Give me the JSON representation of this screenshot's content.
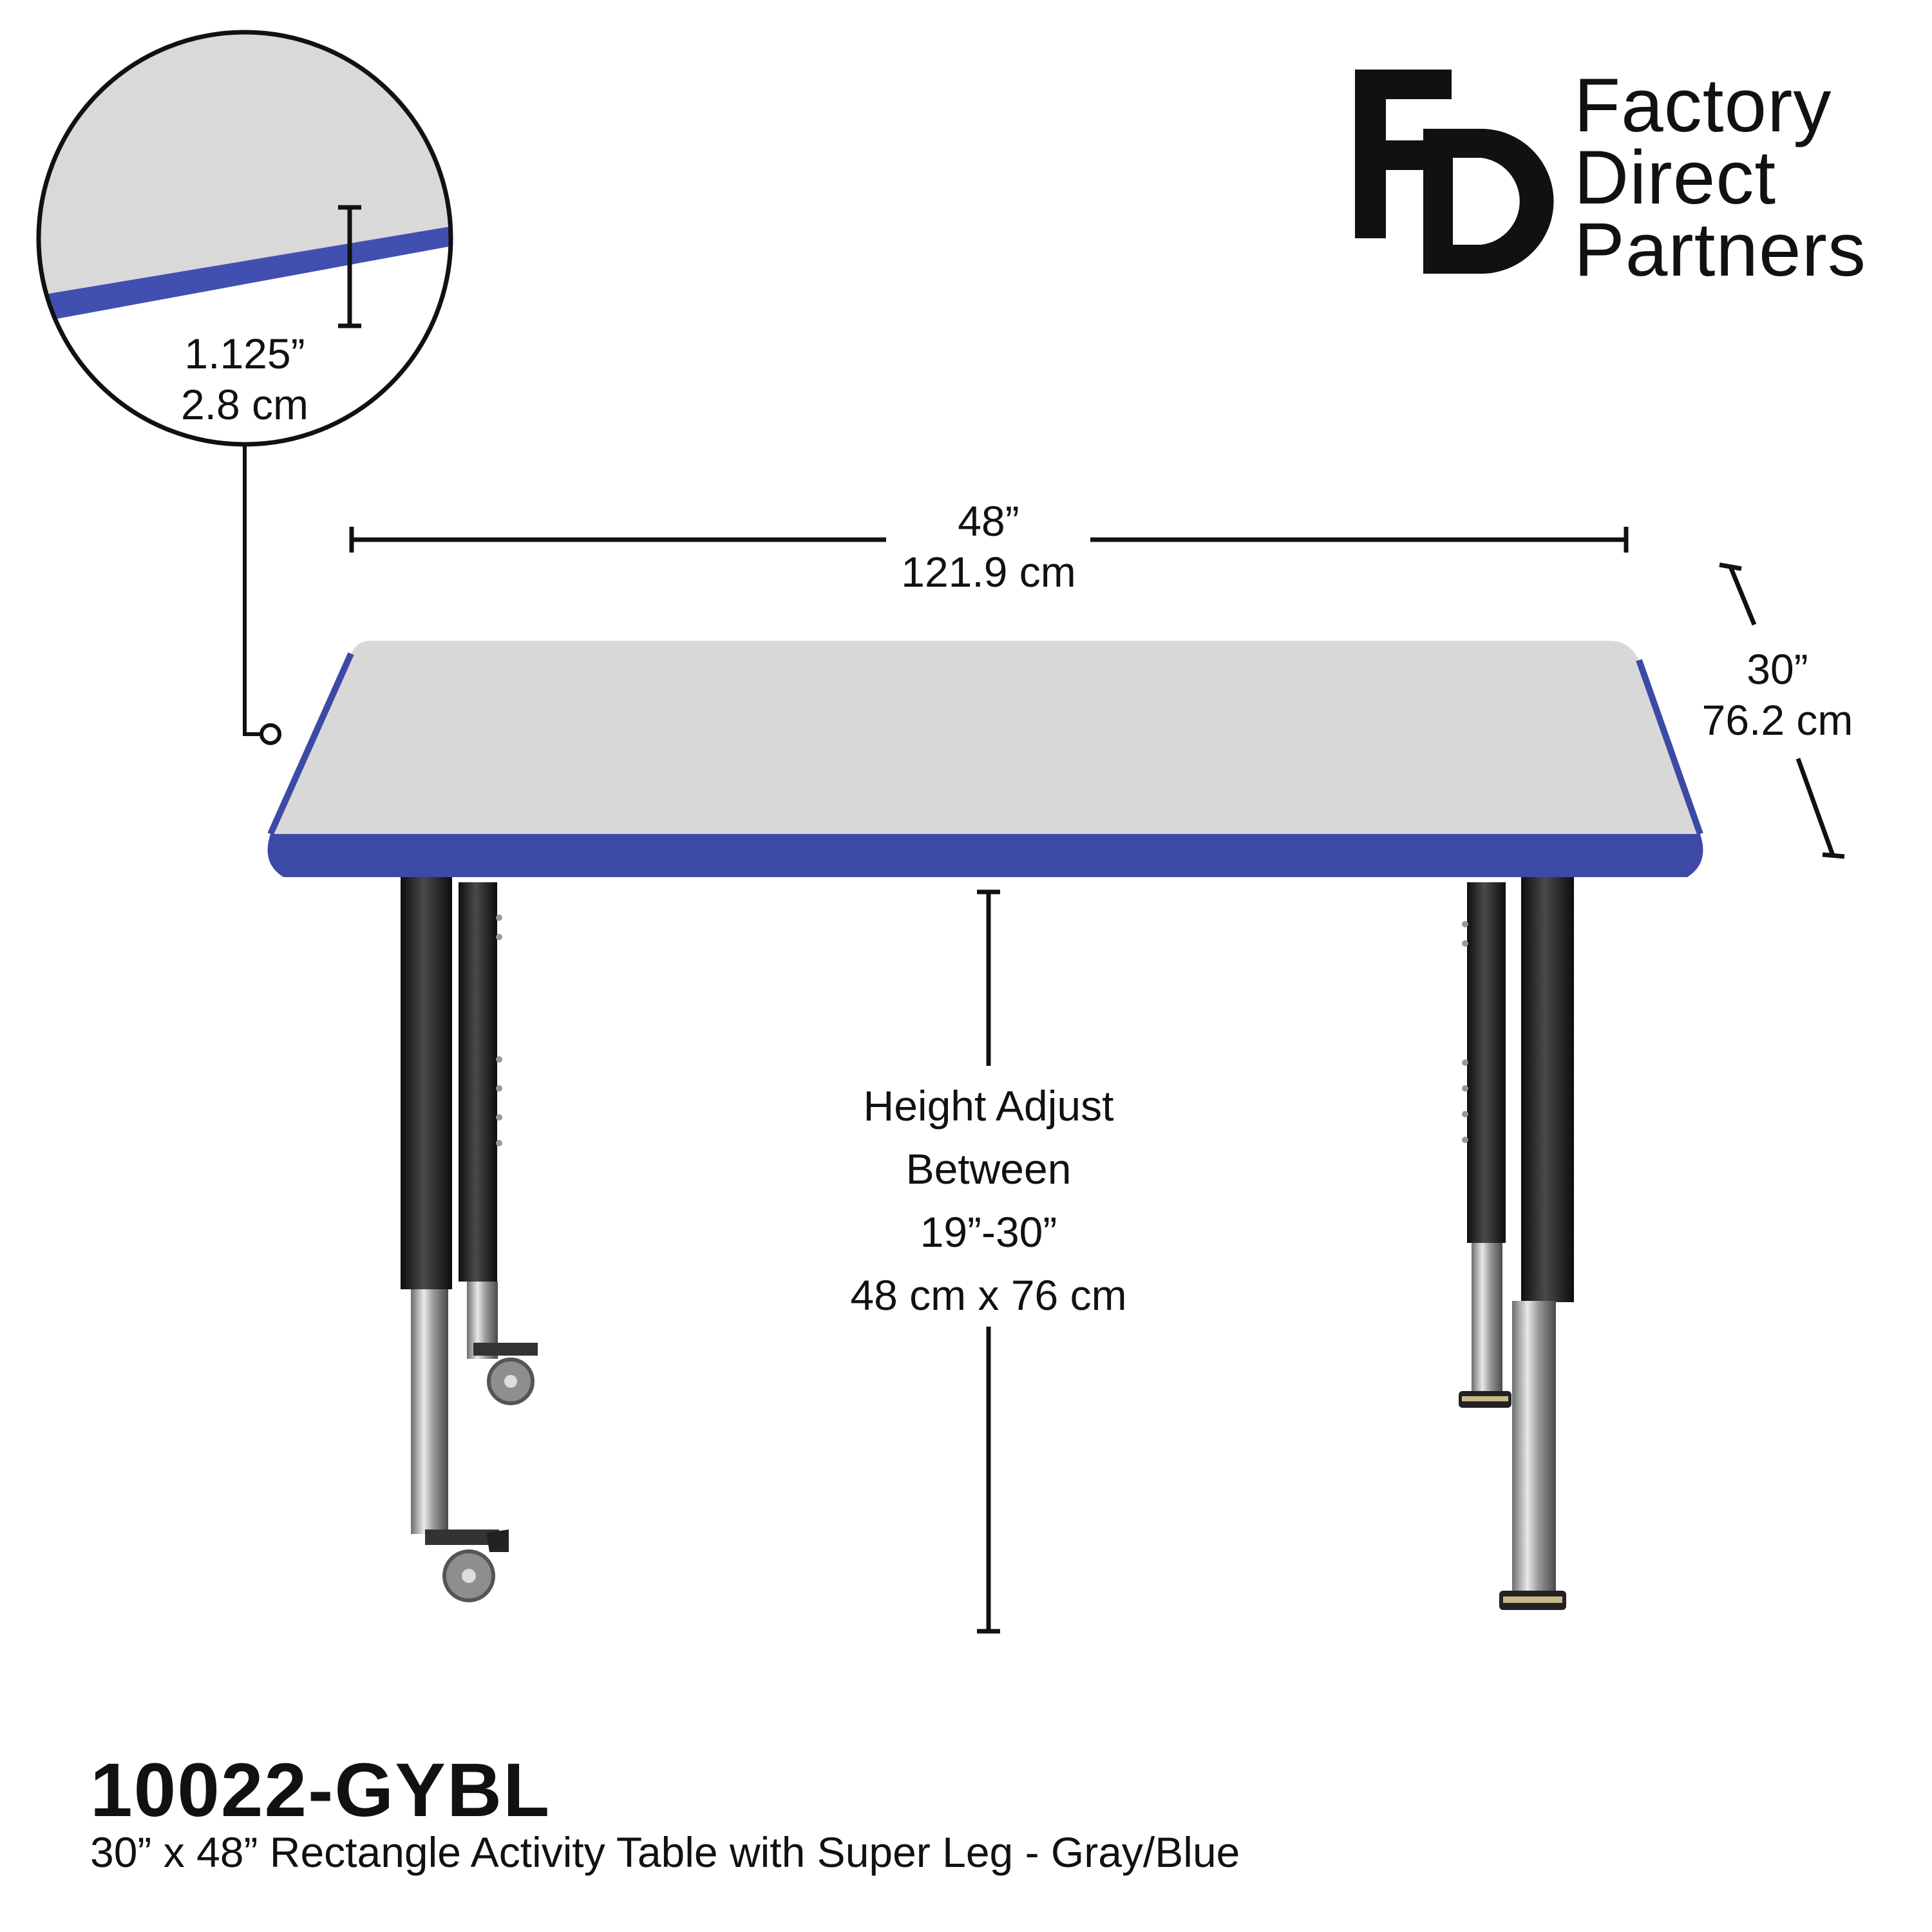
{
  "brand": {
    "logo_mark": "FD",
    "name_lines": [
      "Factory",
      "Direct",
      "Partners"
    ]
  },
  "dimensions": {
    "thickness_in": "1.125”",
    "thickness_cm": "2.8 cm",
    "width_in": "48”",
    "width_cm": "121.9 cm",
    "depth_in": "30”",
    "depth_cm": "76.2 cm",
    "height_line1": "Height Adjust",
    "height_line2": "Between",
    "height_line3": "19”-30”",
    "height_line4": "48 cm x 76 cm"
  },
  "product": {
    "sku": "10022-GYBL",
    "description": "30” x 48” Rectangle Activity Table with Super Leg - Gray/Blue"
  },
  "colors": {
    "top_gray": "#d8d8d8",
    "edge_blue": "#3c4aa6",
    "leg_black": "#1f1f1f",
    "chrome": "#b9b9b9"
  }
}
